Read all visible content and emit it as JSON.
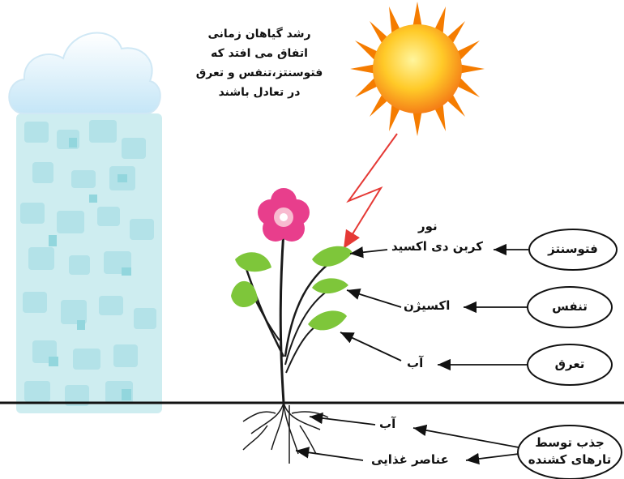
{
  "title_lines": [
    "رشد گیاهان زمانی",
    "اتفاق می افتد که",
    "فتوسنتز،تنفس و تعرق",
    "در تعادل باشند"
  ],
  "labels": {
    "light": "نور",
    "co2": "کربن دی اکسید",
    "oxygen": "اکسیژن",
    "water_top": "آب",
    "water_root": "آب",
    "nutrients": "عناصر غذایی"
  },
  "ovals": {
    "photosynthesis": "فتوسنتز",
    "respiration": "تنفس",
    "transpiration": "تعرق",
    "absorption_line1": "جذب توسط",
    "absorption_line2": "تارهای کشنده"
  },
  "colors": {
    "sun_core": "#ffb300",
    "sun_rays": "#f57c00",
    "flower": "#e83e8c",
    "leaf": "#7ec63a",
    "stem": "#1a1a1a",
    "lightning": "#e53935",
    "cloud": "#d8eef9",
    "rain": "#a9dfe6"
  }
}
